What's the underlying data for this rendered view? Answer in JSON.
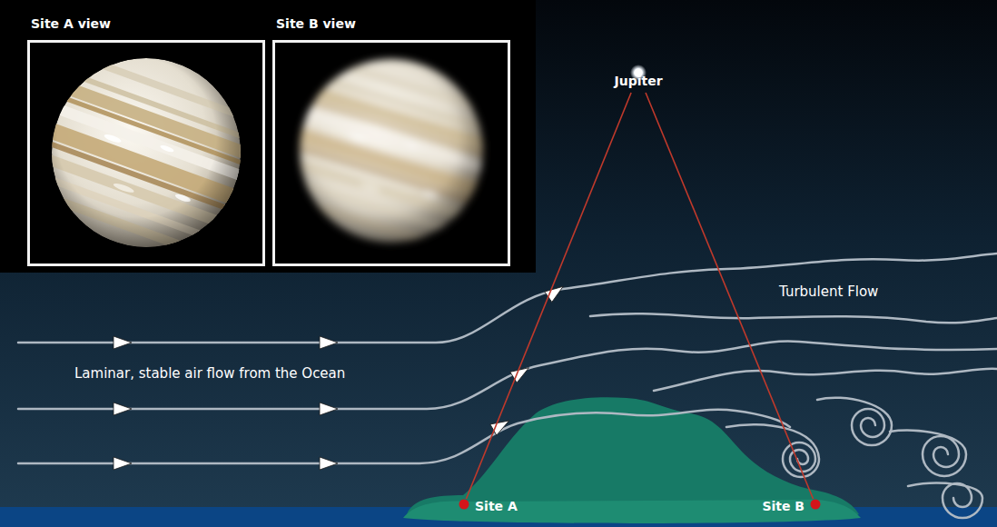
{
  "diagram": {
    "nodes": [
      {
        "text": [
          "Site A view"
        ]
      },
      {
        "text": [
          "Site B view"
        ]
      },
      {
        "text": [
          "Jupiter"
        ]
      },
      {
        "text": [
          "Site A"
        ]
      },
      {
        "text": [
          "Site B"
        ]
      }
    ],
    "edges": [
      {
        "from": 2,
        "to": 3,
        "arrow": "none"
      },
      {
        "from": 2,
        "to": 4,
        "arrow": "none"
      }
    ],
    "labels": [
      "Turbulent Flow",
      "Laminar, stable air flow from the Ocean"
    ]
  }
}
